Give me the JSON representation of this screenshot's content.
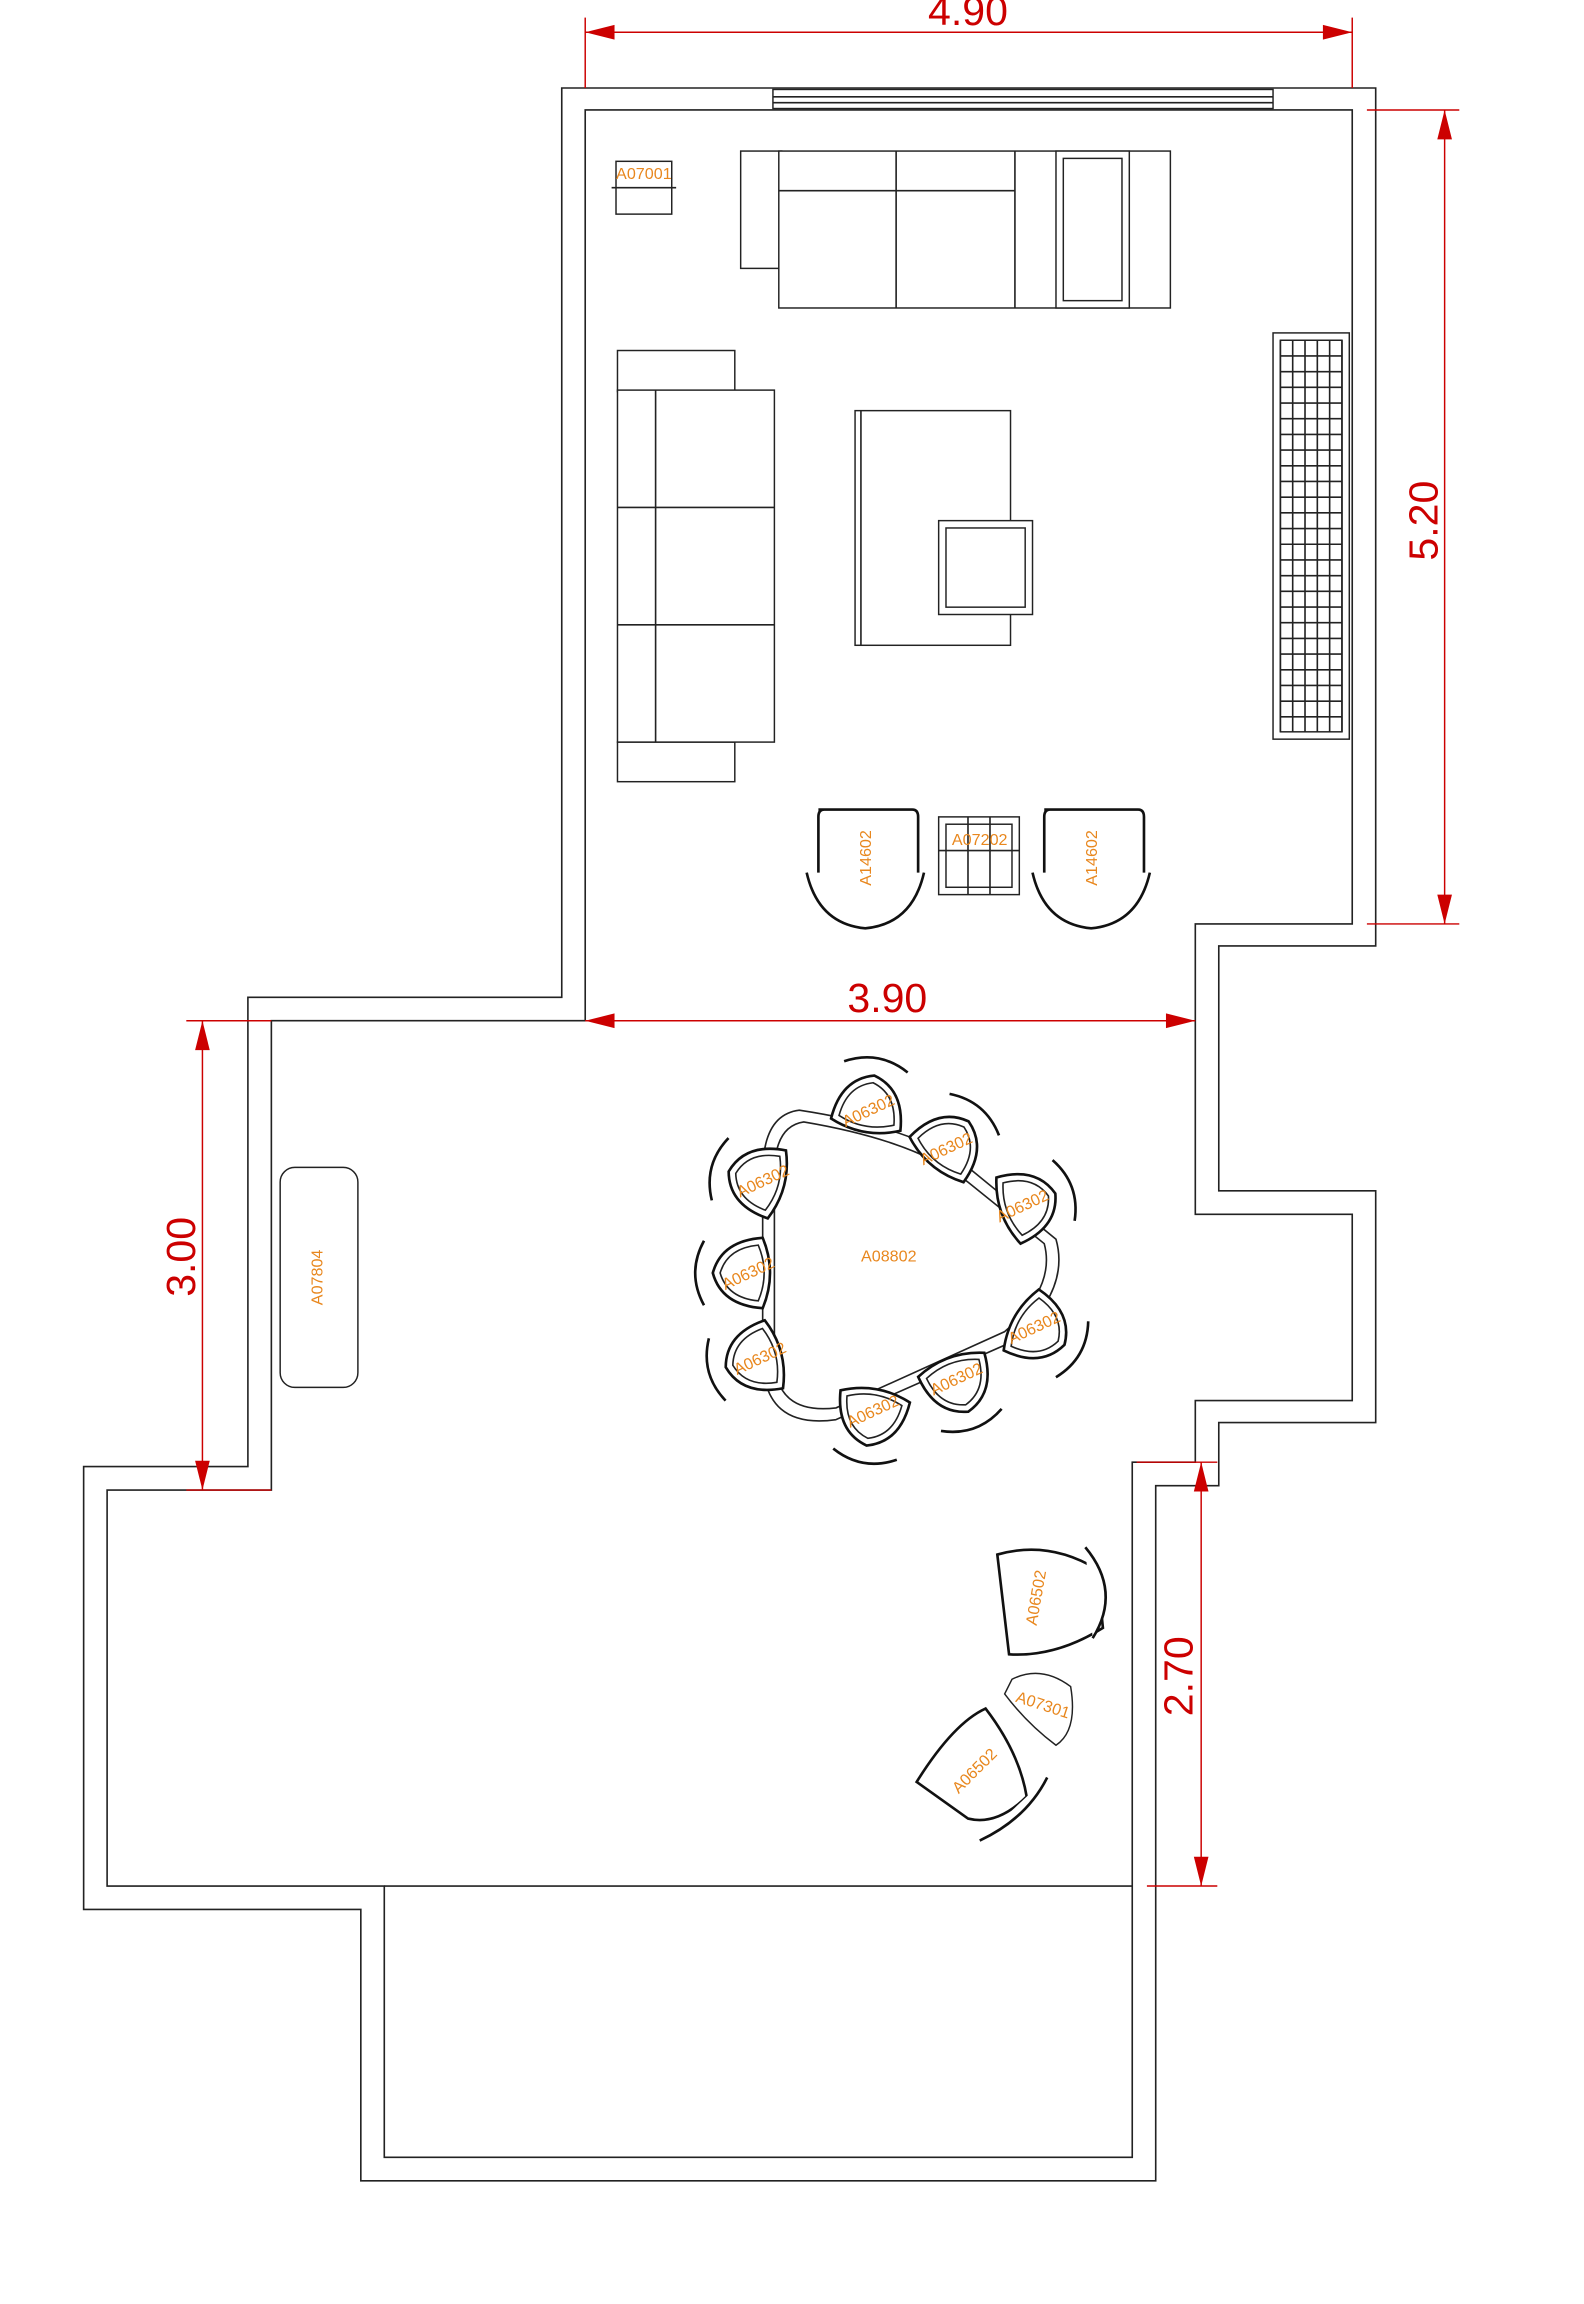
{
  "dimensions": {
    "top_width": "4.90",
    "right_height": "5.20",
    "mid_width": "3.90",
    "left_height": "3.00",
    "lower_right_height": "2.70"
  },
  "labels": {
    "side_table": "A07001",
    "armchair_left": "A14602",
    "armchair_right": "A14602",
    "coffee_table": "A07202",
    "dining_table": "A08802",
    "dining_chair": "A06302",
    "bench": "A07804",
    "lounge_chair_top": "A06502",
    "lounge_chair_bottom": "A06502",
    "lounge_table": "A07301"
  },
  "colors": {
    "dimension": "#cc0000",
    "label": "#e8871e",
    "wall": "#222222"
  }
}
